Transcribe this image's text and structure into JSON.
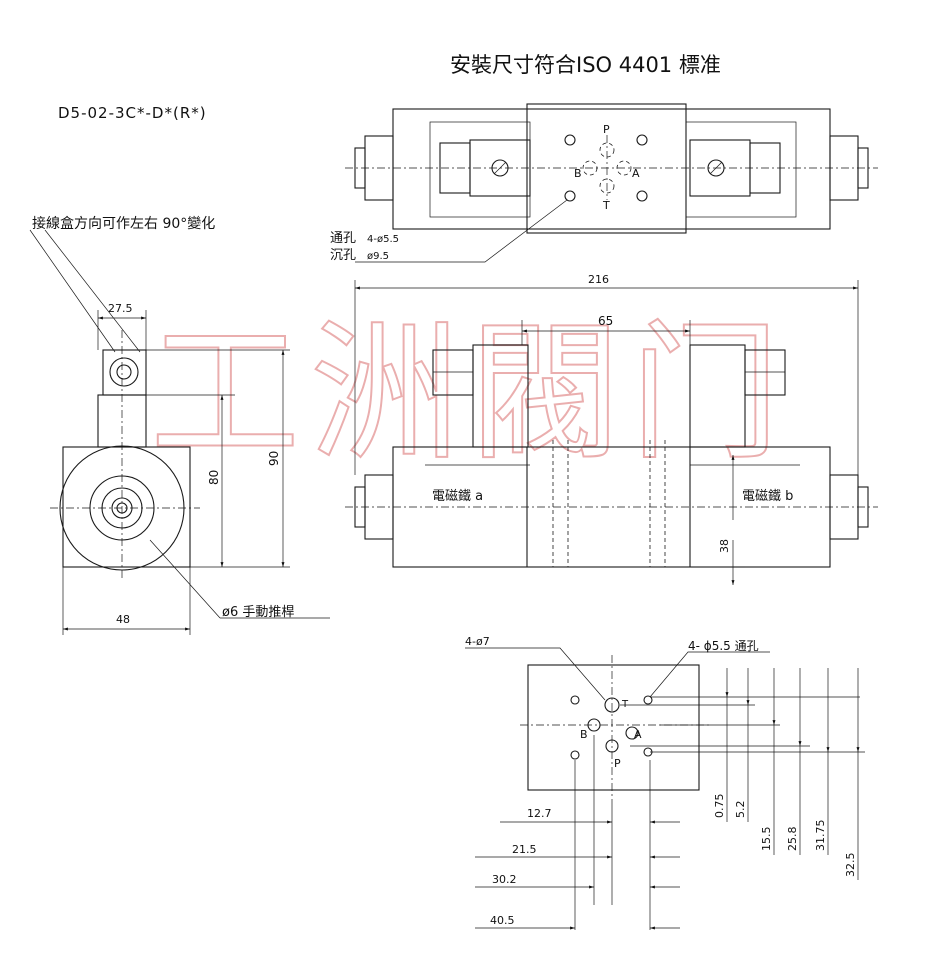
{
  "title": "安裝尺寸符合ISO 4401 標准",
  "model": "D5-02-3C*-D*(R*)",
  "watermark": "工洲閥门",
  "notes": {
    "junction_box": "接線盒方向可作左右 90°變化",
    "manual_override": "ø6 手動推桿",
    "through_hole_label": "通孔",
    "through_hole_value": "4-ø5.5",
    "counterbore_label": "沉孔",
    "counterbore_value": "ø9.5",
    "bottom_holes_a": "4-ø7",
    "bottom_holes_b": "4- ϕ5.5 通孔"
  },
  "ports": {
    "p": "P",
    "a": "A",
    "b": "B",
    "t": "T"
  },
  "solenoids": {
    "a": "電磁鐵 a",
    "b": "電磁鐵 b"
  },
  "dims": {
    "d27_5": "27.5",
    "d80": "80",
    "d90": "90",
    "d48": "48",
    "d216": "216",
    "d65": "65",
    "d38": "38",
    "h12_7": "12.7",
    "h21_5": "21.5",
    "h30_2": "30.2",
    "h40_5": "40.5",
    "v0_75": "0.75",
    "v5_2": "5.2",
    "v15_5": "15.5",
    "v25_8": "25.8",
    "v31_75": "31.75",
    "v32_5": "32.5"
  }
}
